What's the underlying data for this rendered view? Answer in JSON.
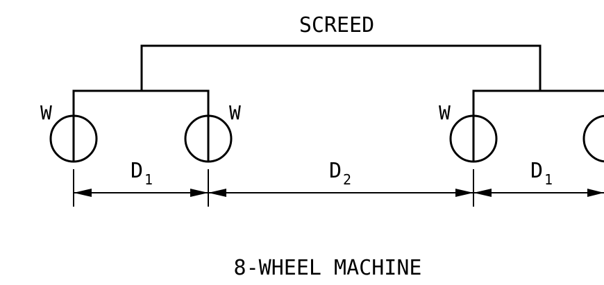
{
  "title": "SCREED",
  "caption": "8-WHEEL MACHINE",
  "wheel_label": "W",
  "dimensions": {
    "d1_left": {
      "letter": "D",
      "sub": "1"
    },
    "d2": {
      "letter": "D",
      "sub": "2"
    },
    "d1_right": {
      "letter": "D",
      "sub": "1"
    }
  }
}
